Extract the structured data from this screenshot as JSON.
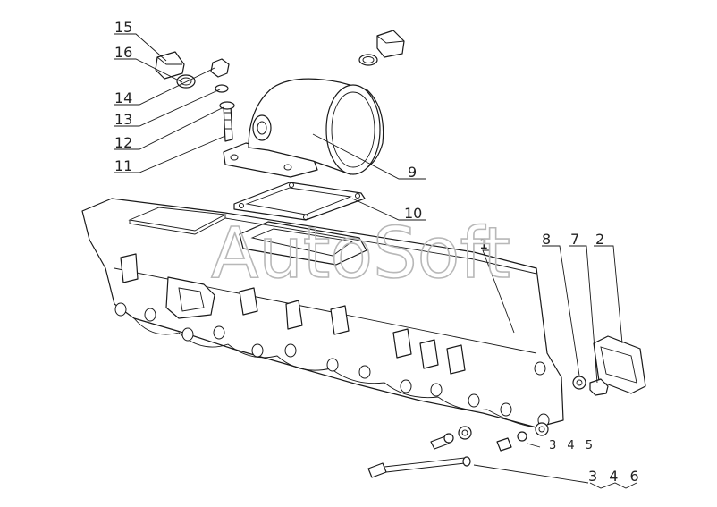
{
  "watermark": "AutoSoft",
  "callouts": {
    "c1": "1",
    "c2": "2",
    "c7": "7",
    "c8": "8",
    "c9": "9",
    "c10": "10",
    "c11": "11",
    "c12": "12",
    "c13": "13",
    "c14": "14",
    "c15": "15",
    "c16": "16",
    "c345": "3 4 5",
    "c346": "3 4 6"
  }
}
